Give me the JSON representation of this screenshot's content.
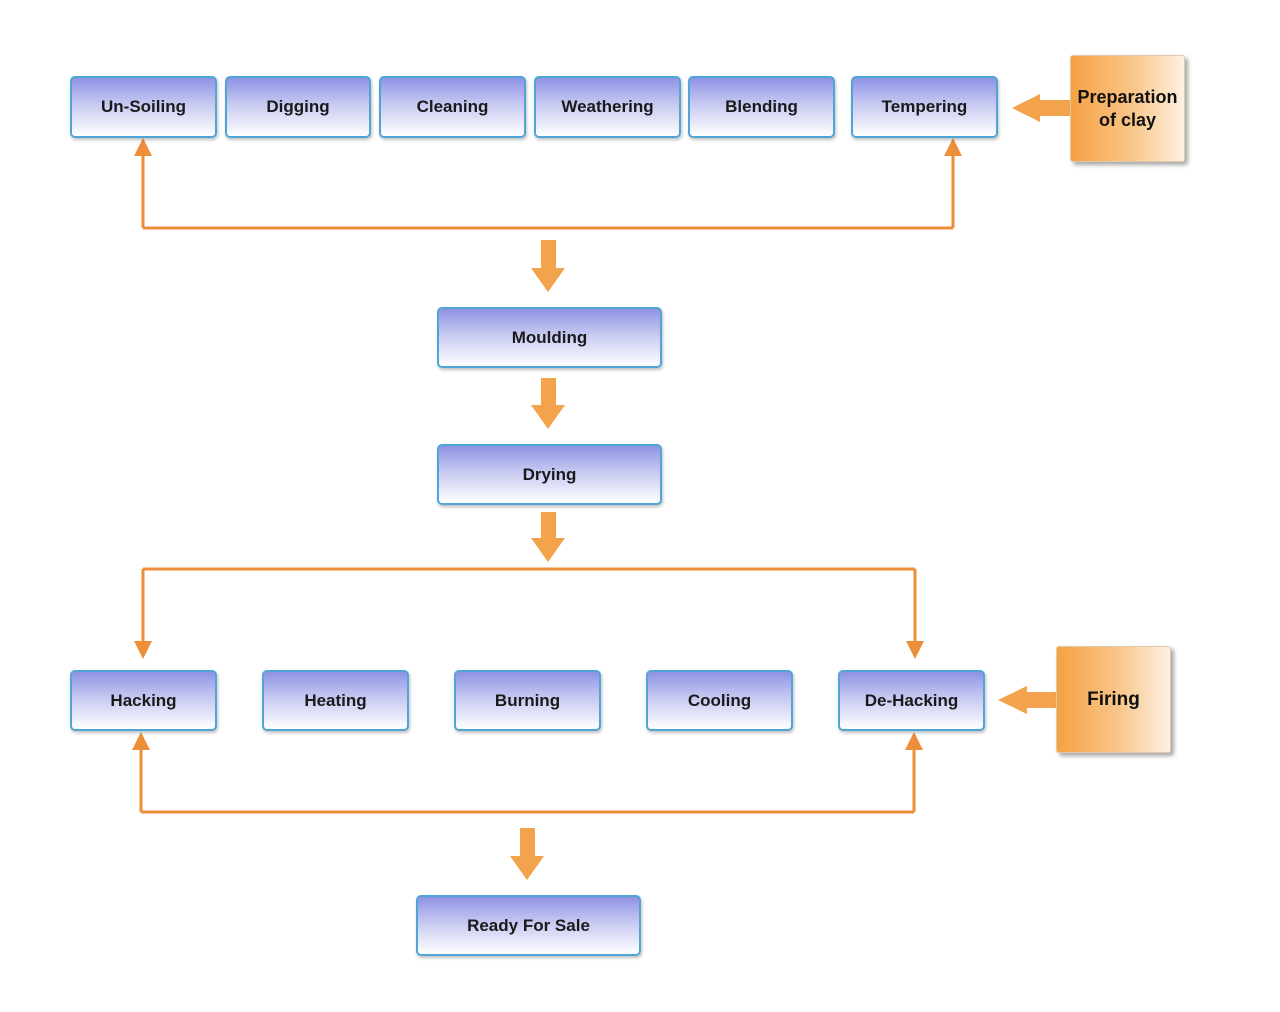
{
  "prep": {
    "steps": [
      "Un-Soiling",
      "Digging",
      "Cleaning",
      "Weathering",
      "Blending",
      "Tempering"
    ],
    "group_label_line1": "Preparation",
    "group_label_line2": "of clay"
  },
  "main_flow": {
    "moulding": "Moulding",
    "drying": "Drying"
  },
  "firing": {
    "steps": [
      "Hacking",
      "Heating",
      "Burning",
      "Cooling",
      "De-Hacking"
    ],
    "group_label": "Firing"
  },
  "final": {
    "label": "Ready For Sale"
  },
  "colors": {
    "connector": "#ec8e3a",
    "arrow": "#f3a34c",
    "box_border": "#4fa6d6",
    "box_top": "#8f93e4",
    "group_box": "#f6a143"
  }
}
